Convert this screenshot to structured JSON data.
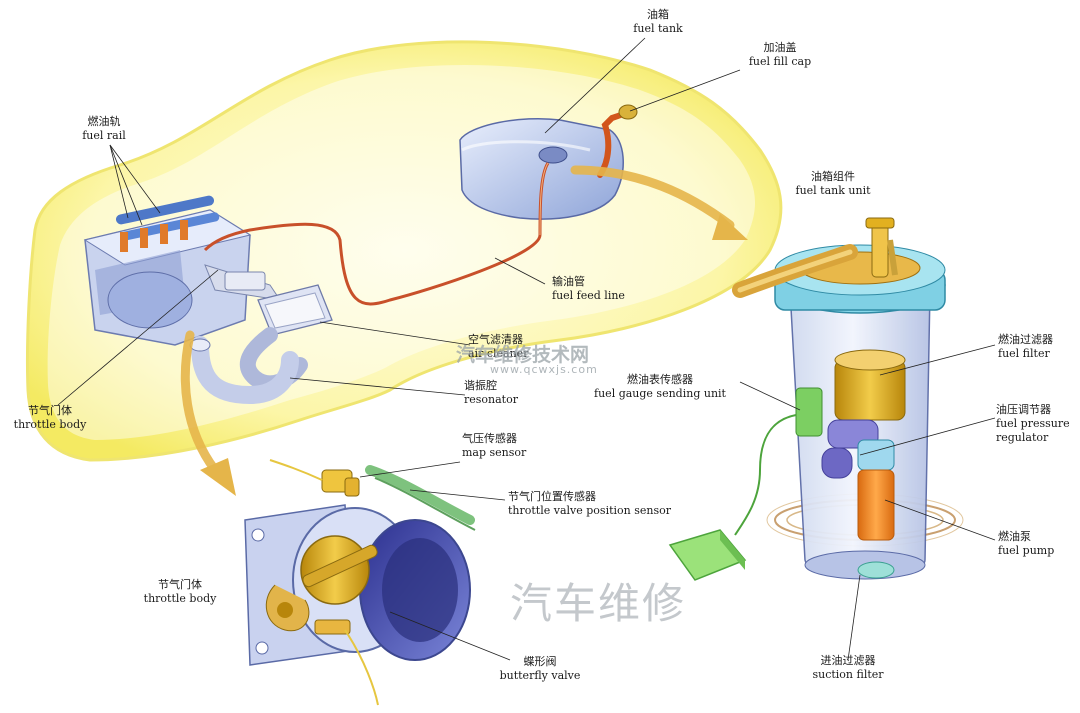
{
  "labels": {
    "fuel_tank": {
      "zh": "油箱",
      "en": "fuel tank"
    },
    "fuel_fill_cap": {
      "zh": "加油盖",
      "en": "fuel fill cap"
    },
    "fuel_rail": {
      "zh": "燃油轨",
      "en": "fuel rail"
    },
    "fuel_tank_unit": {
      "zh": "油箱组件",
      "en": "fuel tank unit"
    },
    "fuel_feed_line": {
      "zh": "输油管",
      "en": "fuel feed line"
    },
    "air_cleaner": {
      "zh": "空气滤清器",
      "en": "air cleaner"
    },
    "resonator": {
      "zh": "谐振腔",
      "en": "resonator"
    },
    "throttle_body_top": {
      "zh": "节气门体",
      "en": "throttle body"
    },
    "fuel_filter": {
      "zh": "燃油过滤器",
      "en": "fuel filter"
    },
    "fuel_gauge_sending_unit": {
      "zh": "燃油表传感器",
      "en": "fuel gauge sending unit"
    },
    "fuel_pressure_regulator": {
      "zh": "油压调节器",
      "en1": "fuel pressure",
      "en2": "regulator"
    },
    "map_sensor": {
      "zh": "气压传感器",
      "en": "map sensor"
    },
    "throttle_valve_position_sensor": {
      "zh": "节气门位置传感器",
      "en": "throttle valve position sensor"
    },
    "throttle_body_bottom": {
      "zh": "节气门体",
      "en": "throttle body"
    },
    "fuel_pump": {
      "zh": "燃油泵",
      "en": "fuel pump"
    },
    "butterfly_valve": {
      "zh": "蝶形阀",
      "en": "butterfly valve"
    },
    "suction_filter": {
      "zh": "进油过滤器",
      "en": "suction filter"
    }
  },
  "watermarks": {
    "main": "汽车维修",
    "site": "汽车维修技术网",
    "url": "www.qcwxjs.com"
  },
  "colors": {
    "car_glow": "#fbf7a0",
    "fuel_line": "#c8502a",
    "arrow_gold": "#e5b54a",
    "tank_blue": "#b9c8ec",
    "cap_teal": "#7fd0e4",
    "filter_gold": "#e2b020",
    "pump_orange": "#ee8a2a",
    "sender_green": "#8bd46a",
    "regulator_purple": "#8a86d8"
  }
}
